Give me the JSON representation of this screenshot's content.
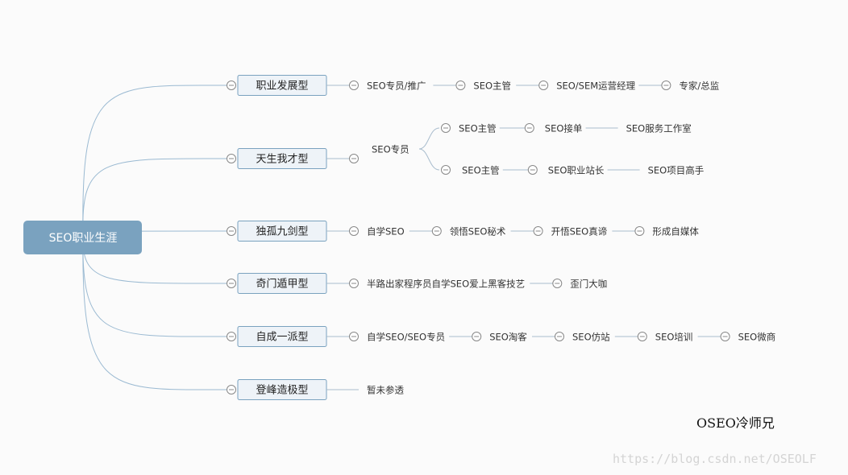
{
  "mindmap": {
    "root": {
      "label": "SEO职业生涯"
    },
    "branches": [
      {
        "label": "职业发展型",
        "chain": [
          "SEO专员/推广",
          "SEO主管",
          "SEO/SEM运营经理",
          "专家/总监"
        ]
      },
      {
        "label": "天生我才型",
        "first": "SEO专员",
        "forks": [
          [
            "SEO主管",
            "SEO接单",
            "SEO服务工作室"
          ],
          [
            "SEO主管",
            "SEO职业站长",
            "SEO项目高手"
          ]
        ]
      },
      {
        "label": "独孤九剑型",
        "chain": [
          "自学SEO",
          "领悟SEO秘术",
          "开悟SEO真谛",
          "形成自媒体"
        ]
      },
      {
        "label": "奇门遁甲型",
        "chain": [
          "半路出家程序员自学SEO爱上黑客技艺",
          "歪门大咖"
        ]
      },
      {
        "label": "自成一派型",
        "chain": [
          "自学SEO/SEO专员",
          "SEO淘客",
          "SEO仿站",
          "SEO培训",
          "SEO微商"
        ]
      },
      {
        "label": "登峰造极型",
        "chain": [
          "暂未参透"
        ]
      }
    ]
  },
  "signature": "OSEO冷师兄",
  "watermark": "https://blog.csdn.net/OSEOLF",
  "colors": {
    "root_fill": "#7aa2bf",
    "branch_fill": "#eef3f8",
    "branch_border": "#7aa2bf",
    "curve_stroke": "#9bbad2",
    "connector_stroke": "#a8bccd",
    "collapse_icon": "#888888"
  }
}
